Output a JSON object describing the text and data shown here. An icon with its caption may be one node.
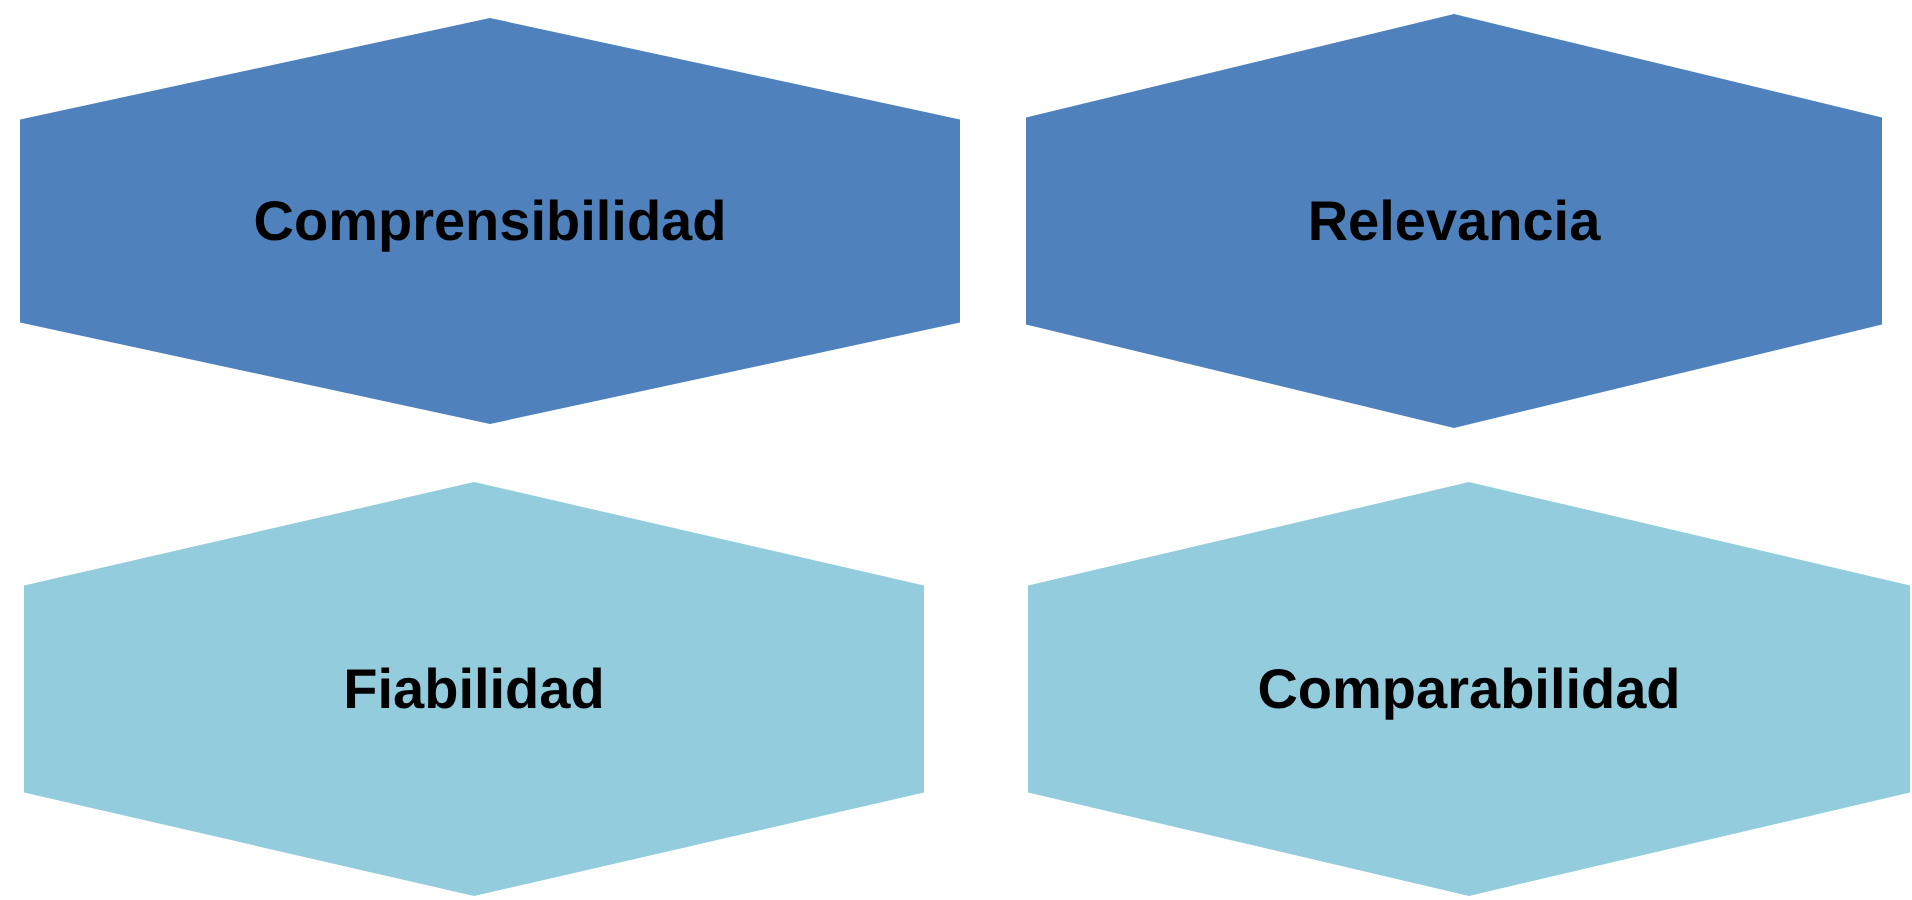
{
  "diagram": {
    "nodes": [
      {
        "text": [
          "Comprensibilidad"
        ]
      },
      {
        "text": [
          "Relevancia"
        ]
      },
      {
        "text": [
          "Fiabilidad"
        ]
      },
      {
        "text": [
          "Comparabilidad"
        ]
      }
    ]
  }
}
